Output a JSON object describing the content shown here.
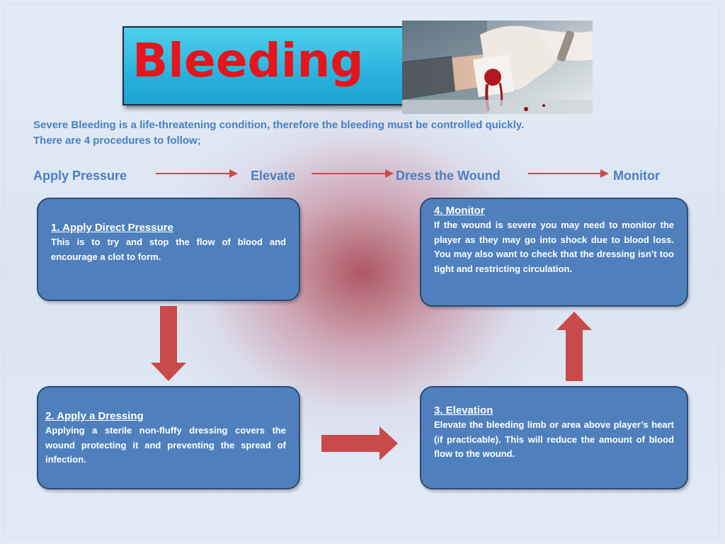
{
  "title": "Bleeding",
  "intro": {
    "line1": "Severe Bleeding  is a life-threatening condition, therefore the bleeding must be controlled quickly.",
    "line2": "There are 4 procedures to follow;"
  },
  "flow": {
    "steps": [
      "Apply Pressure",
      "Elevate",
      "Dress the Wound",
      "Monitor"
    ]
  },
  "cards": {
    "pressure": {
      "title": "1. Apply Direct Pressure",
      "body": "This is to try and stop the flow of blood and encourage a clot to form."
    },
    "dressing": {
      "title": "2. Apply a Dressing",
      "body": "Applying a sterile non-fluffy dressing covers the wound protecting it and preventing the spread of infection."
    },
    "elevation": {
      "title": "3. Elevation",
      "body": "Elevate the bleeding limb or area above player’s heart (if practicable).  This will reduce the amount of blood flow to the wound."
    },
    "monitor": {
      "title": "4. Monitor",
      "body": "If the wound is severe you may need to monitor the player as they may go into shock due to blood loss. You may also want to check that the dressing isn’t too tight and restricting circulation."
    }
  },
  "colors": {
    "title_red": "#e8141c",
    "title_box": "#29b3dd",
    "text_blue": "#4a7fc1",
    "card_fill": "#4f80bd",
    "arrow_red": "#c94a4a"
  },
  "icons": {
    "photo": "bandaged-hand-photo",
    "flow_arrow": "right-arrow-icon",
    "block_arrow": "block-arrow-icon"
  }
}
